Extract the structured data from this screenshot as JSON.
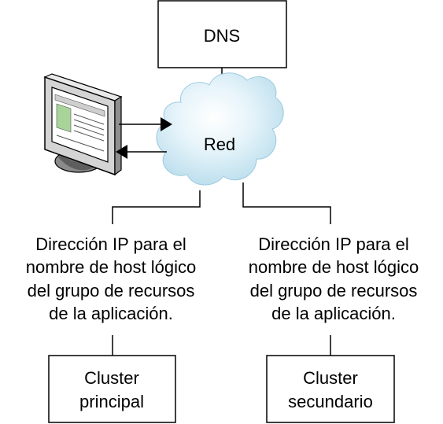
{
  "dns": {
    "label": "DNS"
  },
  "network": {
    "label": "Red"
  },
  "ip_left": {
    "lines": [
      "Dirección IP para el",
      "nombre de host lógico",
      "del grupo de recursos",
      "de la aplicación."
    ]
  },
  "ip_right": {
    "lines": [
      "Dirección IP para el",
      "nombre de host lógico",
      "del grupo de recursos",
      "de la aplicación."
    ]
  },
  "cluster_primary": {
    "lines": [
      "Cluster",
      "principal"
    ]
  },
  "cluster_secondary": {
    "lines": [
      "Cluster",
      "secundario"
    ]
  },
  "colors": {
    "cloud_light": "#eef7fb",
    "cloud_mid": "#c9e6f2",
    "cloud_edge": "#9cc9de",
    "monitor_body": "#d9d9d9",
    "monitor_dark": "#7a7a7a",
    "screen_green": "#a8d49a",
    "line": "#000000"
  }
}
